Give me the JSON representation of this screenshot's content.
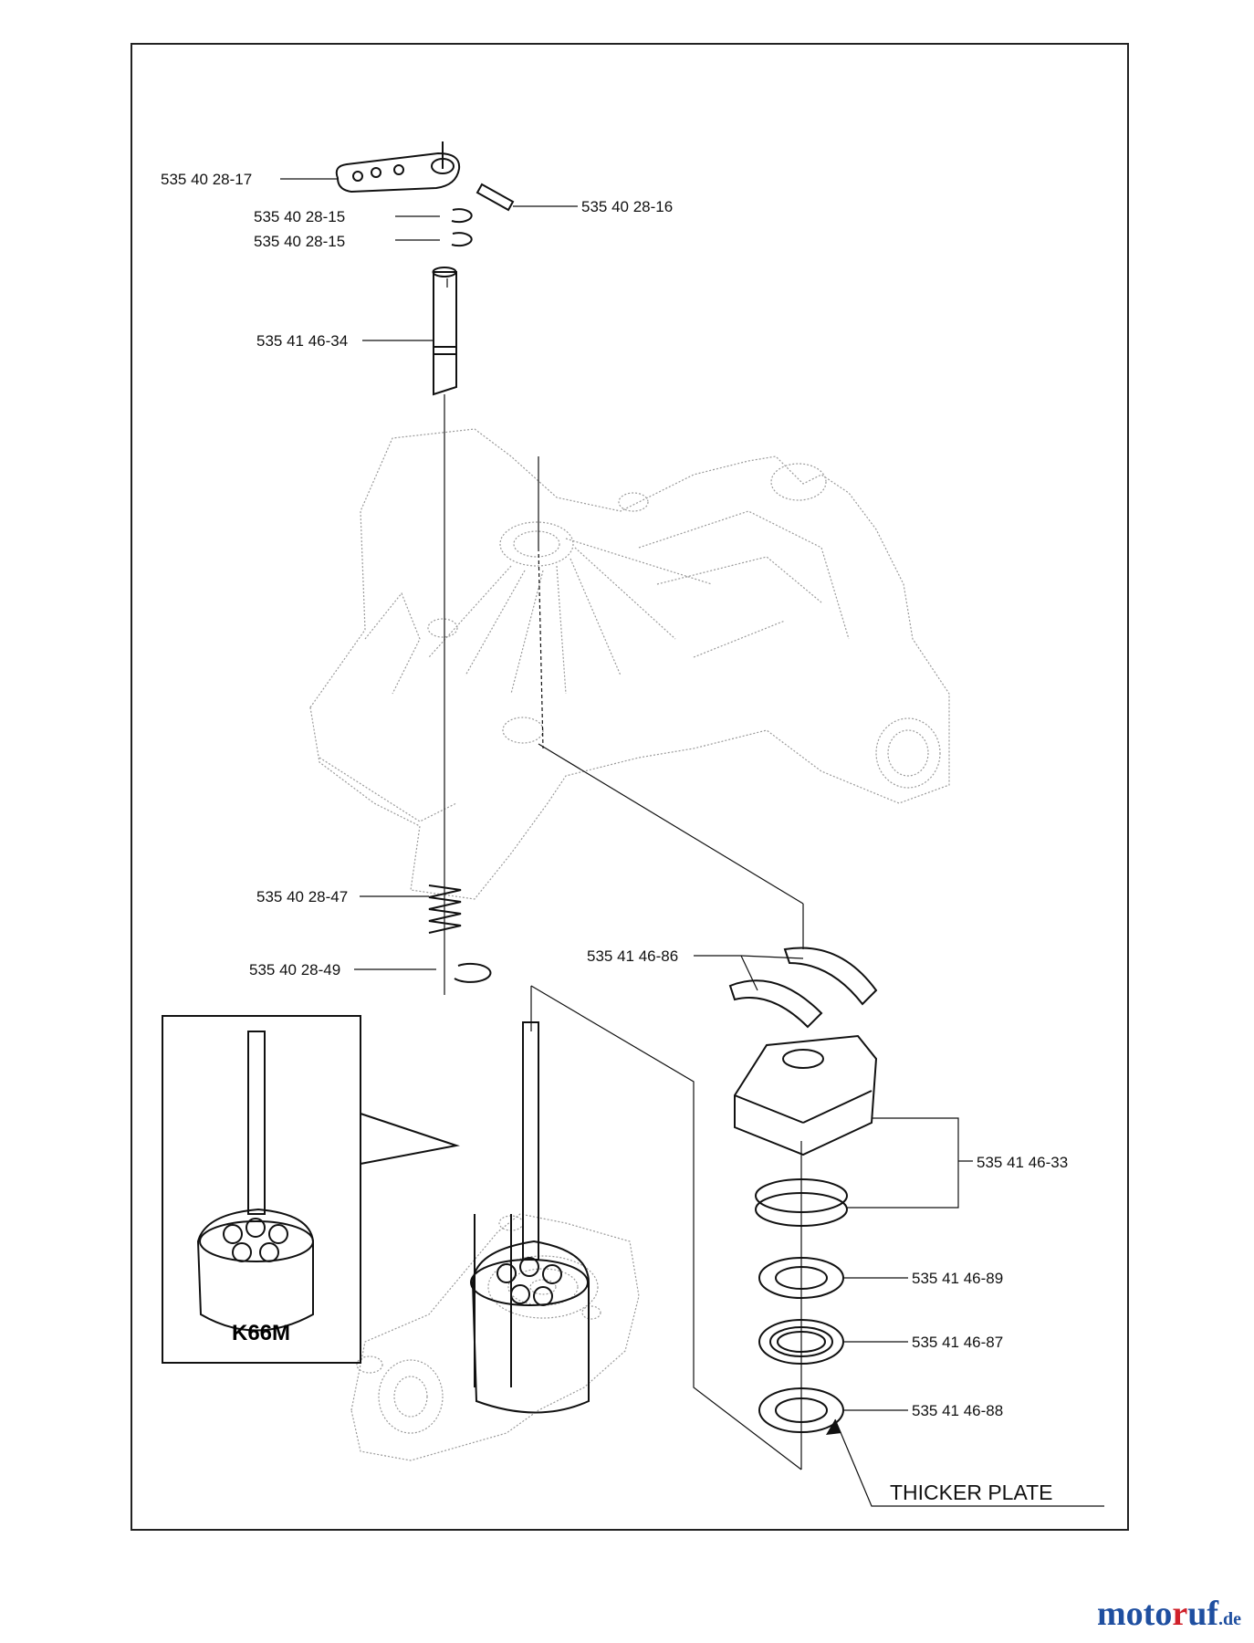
{
  "parts": [
    {
      "id": "p1",
      "number": "535 40 28-17"
    },
    {
      "id": "p2",
      "number": "535 40 28-16"
    },
    {
      "id": "p3",
      "number": "535 40 28-15"
    },
    {
      "id": "p4",
      "number": "535 40 28-15"
    },
    {
      "id": "p5",
      "number": "535 41 46-34"
    },
    {
      "id": "p6",
      "number": "535 40 28-47"
    },
    {
      "id": "p7",
      "number": "535 40 28-49"
    },
    {
      "id": "p8",
      "number": "535 41 46-86"
    },
    {
      "id": "p9",
      "number": "535 41 46-33"
    },
    {
      "id": "p10",
      "number": "535 41 46-89"
    },
    {
      "id": "p11",
      "number": "535 41 46-87"
    },
    {
      "id": "p12",
      "number": "535 41 46-88"
    }
  ],
  "inset_label": "K66M",
  "note": "THICKER PLATE",
  "watermark": {
    "main": "motoruf",
    "suffix": ".de"
  },
  "colors": {
    "brand_blue": "#1f4fa0",
    "brand_red": "#d0202a",
    "line": "#111111",
    "ghost": "#9a9a9a"
  }
}
